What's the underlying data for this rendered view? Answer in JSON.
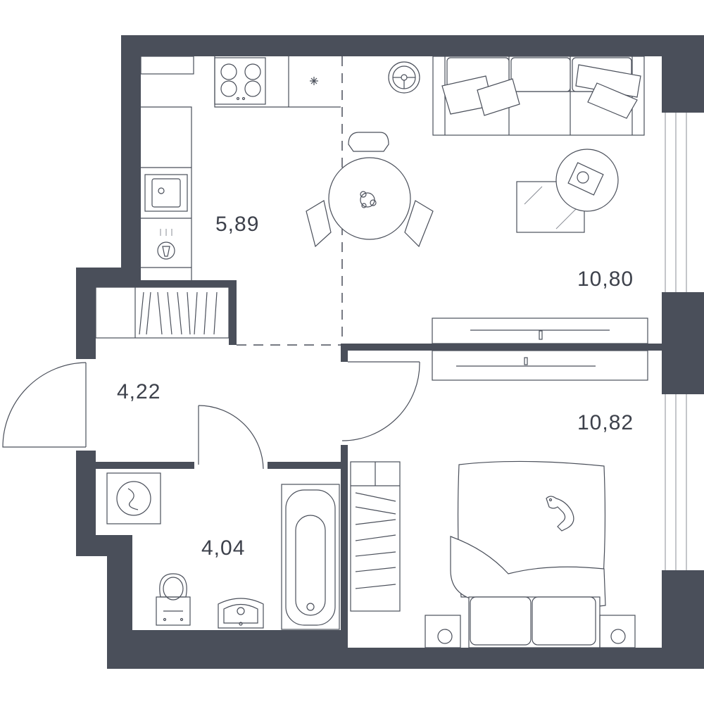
{
  "colors": {
    "wall": "#4a4f5a",
    "background": "#ffffff"
  },
  "rooms": [
    {
      "id": "kitchen",
      "area": "5,89"
    },
    {
      "id": "living-room",
      "area": "10,80"
    },
    {
      "id": "hallway",
      "area": "4,22"
    },
    {
      "id": "bathroom",
      "area": "4,04"
    },
    {
      "id": "bedroom",
      "area": "10,82"
    }
  ],
  "icons": [
    "stove-icon",
    "sink-icon",
    "washing-machine-icon",
    "bathtub-icon",
    "toilet-icon",
    "sofa-icon",
    "dining-table-icon",
    "tv-icon",
    "bed-icon",
    "radiator-icon",
    "cat-icon"
  ]
}
